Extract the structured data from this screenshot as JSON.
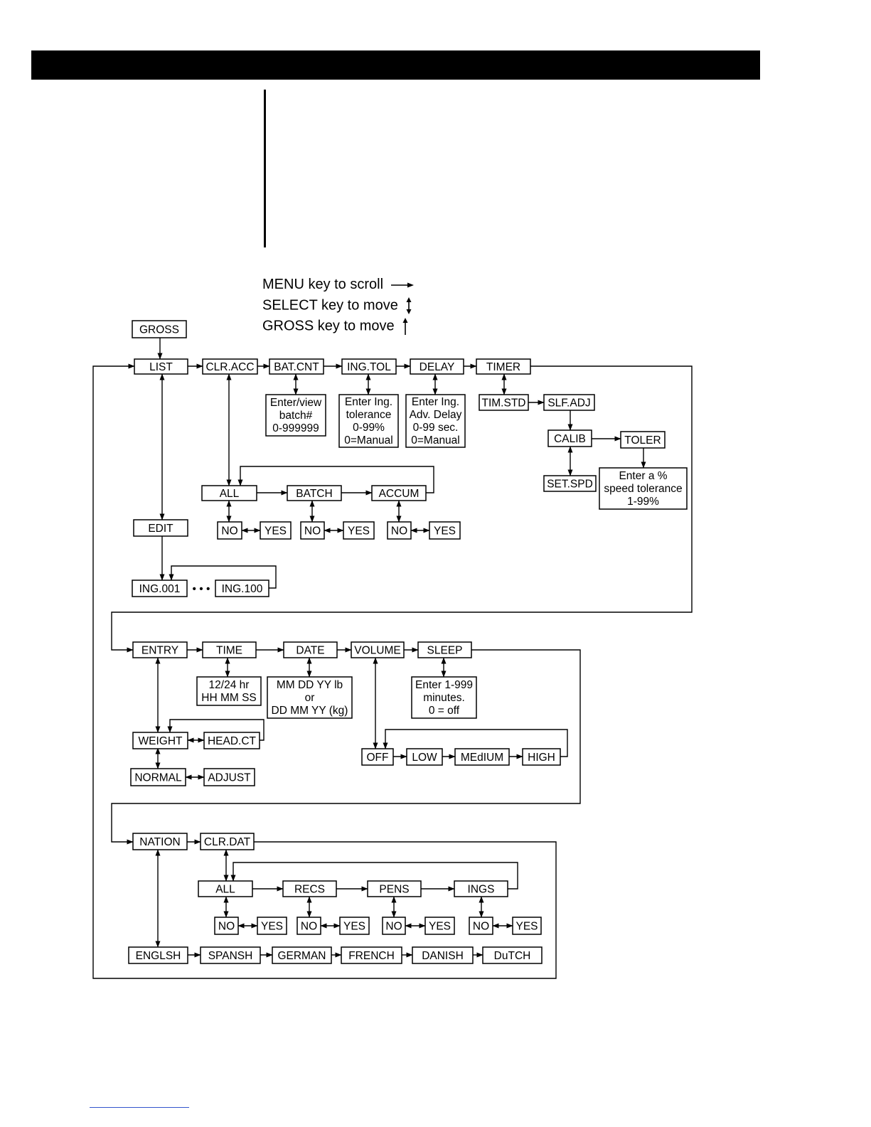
{
  "legend": {
    "menu": "MENU key to scroll",
    "select": "SELECT key to move",
    "gross": "GROSS key to move"
  },
  "nodes": {
    "gross": "GROSS",
    "list": "LIST",
    "clr_acc": "CLR.ACC",
    "bat_cnt": "BAT.CNT",
    "ing_tol": "ING.TOL",
    "delay": "DELAY",
    "timer": "TIMER",
    "tim_std": "TIM.STD",
    "slf_adj": "SLF.ADJ",
    "calib": "CALIB",
    "toler": "TOLER",
    "set_spd": "SET.SPD",
    "acc_all": "ALL",
    "acc_batch": "BATCH",
    "acc_accum": "ACCUM",
    "no": "NO",
    "yes": "YES",
    "edit": "EDIT",
    "ing_001": "ING.001",
    "ing_100": "ING.100",
    "entry": "ENTRY",
    "time": "TIME",
    "date": "DATE",
    "volume": "VOLUME",
    "sleep": "SLEEP",
    "weight": "WEIGHT",
    "head_ct": "HEAD.CT",
    "normal": "NORMAL",
    "adjust": "ADJUST",
    "off": "OFF",
    "low": "LOW",
    "medium": "MEdIUM",
    "high": "HIGH",
    "nation": "NATION",
    "clr_dat": "CLR.DAT",
    "dat_all": "ALL",
    "recs": "RECS",
    "pens": "PENS",
    "ings": "INGS",
    "englsh": "ENGLSH",
    "spansh": "SPANSH",
    "german": "GERMAN",
    "french": "FRENCH",
    "danish": "DANISH",
    "dutch": "DuTCH"
  },
  "notes": {
    "bat_cnt": [
      "Enter/view",
      "batch#",
      "0-999999"
    ],
    "ing_tol": [
      "Enter Ing.",
      "tolerance",
      "0-99%",
      "0=Manual"
    ],
    "delay": [
      "Enter Ing.",
      "Adv. Delay",
      "0-99 sec.",
      "0=Manual"
    ],
    "toler": [
      "Enter a %",
      "speed tolerance",
      "1-99%"
    ],
    "time": [
      "12/24 hr",
      "HH MM SS"
    ],
    "date": [
      "MM DD YY lb",
      "or",
      "DD MM YY (kg)"
    ],
    "sleep": [
      "Enter 1-999",
      "minutes.",
      "0 = off"
    ]
  },
  "ellipsis": "• • •"
}
